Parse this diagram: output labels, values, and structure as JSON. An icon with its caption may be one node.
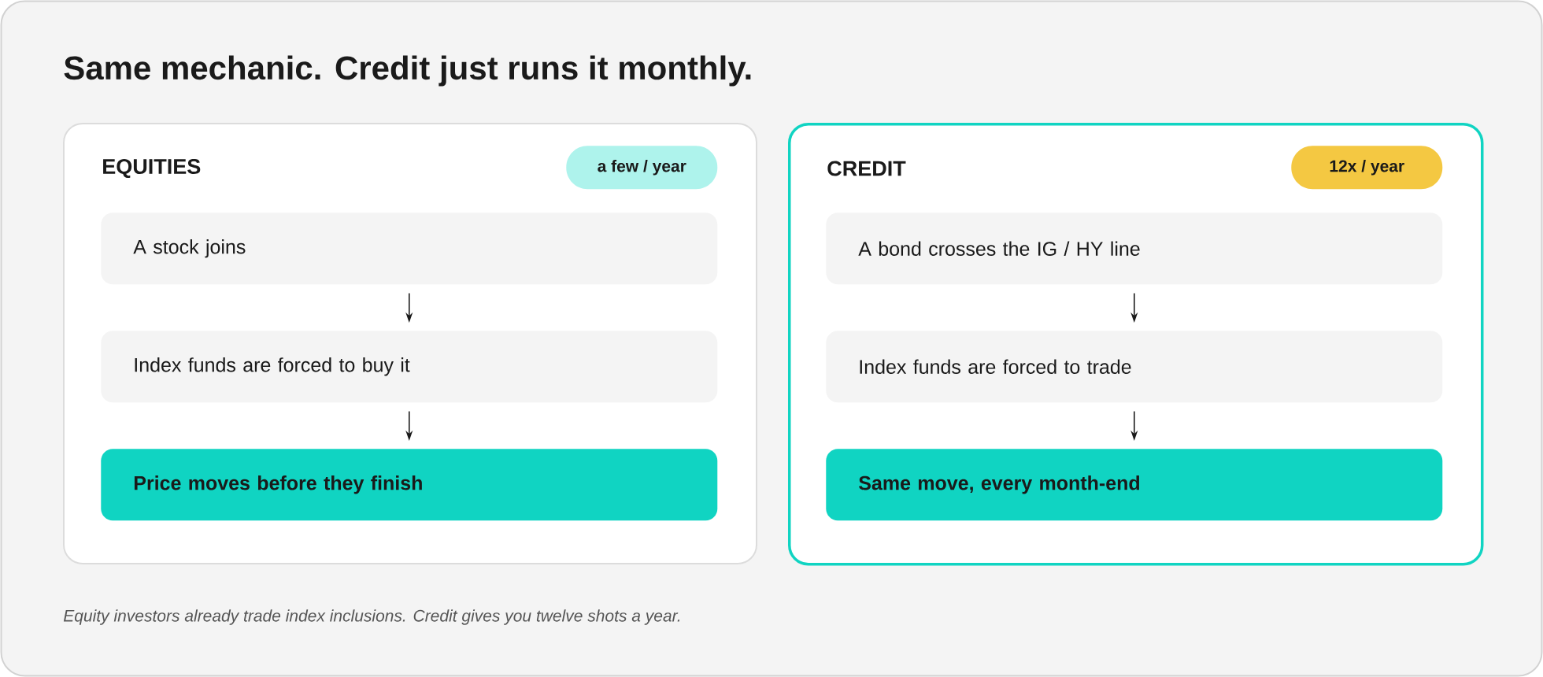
{
  "diagram": {
    "title": "Same mechanic. Credit just runs it monthly.",
    "caption": "Equity investors already trade index inclusions. Credit gives you twelve shots a year.",
    "nodes": [
      {
        "text": [
          "EQUITIES"
        ]
      },
      {
        "text": [
          "a few / year"
        ],
        "in": 0
      },
      {
        "text": [
          "A stock joins"
        ],
        "in": 0
      },
      {
        "text": [
          "Index funds are forced to buy it"
        ],
        "in": 0
      },
      {
        "text": [
          "Price moves before they finish"
        ],
        "in": 0
      },
      {
        "text": [
          "CREDIT"
        ]
      },
      {
        "text": [
          "12x / year"
        ],
        "in": 5
      },
      {
        "text": [
          "A bond crosses the IG / HY line"
        ],
        "in": 5
      },
      {
        "text": [
          "Index funds are forced to trade"
        ],
        "in": 5
      },
      {
        "text": [
          "Same move, every month-end"
        ],
        "in": 5
      }
    ],
    "edges": [
      {
        "from": 2,
        "to": 3,
        "arrow": "to"
      },
      {
        "from": 3,
        "to": 4,
        "arrow": "to"
      },
      {
        "from": 7,
        "to": 8,
        "arrow": "to"
      },
      {
        "from": 8,
        "to": 9,
        "arrow": "to"
      }
    ]
  }
}
